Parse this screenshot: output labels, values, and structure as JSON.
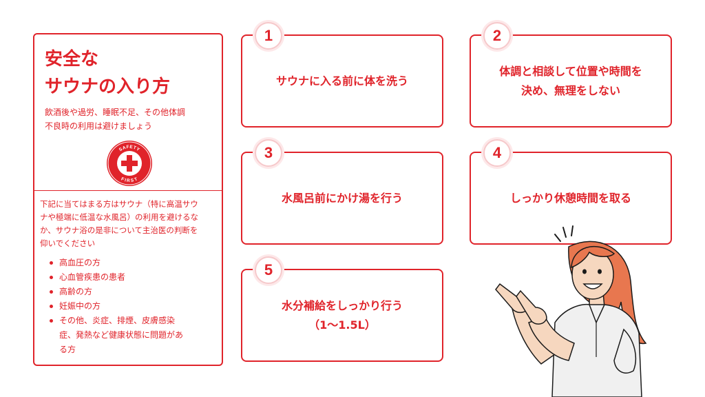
{
  "colors": {
    "accent": "#e0232a",
    "hair": "#e8774f",
    "skin": "#f6d7bf"
  },
  "side": {
    "title_line1": "安全な",
    "title_line2": "サウナの入り方",
    "intro_line1": "飲酒後や過労、睡眠不足、その他体調",
    "intro_line2": "不良時の利用は避けましょう",
    "badge_top": "SAFETY",
    "badge_bottom": "FIRST",
    "body_line1": "下記に当てはまる方はサウナ（特に高温サウ",
    "body_line2": "ナや極端に低温な水風呂）の利用を避けるな",
    "body_line3": "か、サウナ浴の是非について主治医の判断を",
    "body_line4": "仰いでください",
    "list": [
      {
        "text": "高血圧の方"
      },
      {
        "text": "心血管疾患の患者"
      },
      {
        "text": "高齢の方"
      },
      {
        "text": "妊娠中の方"
      },
      {
        "line1": "その他、炎症、排煙、皮膚感染",
        "line2": "症、発熱など健康状態に問題があ",
        "line3": "る方"
      }
    ]
  },
  "steps": [
    {
      "number": "1",
      "line1": "サウナに入る前に体を洗う"
    },
    {
      "number": "2",
      "line1": "体調と相談して位置や時間を",
      "line2": "決め、無理をしない"
    },
    {
      "number": "3",
      "line1": "水風呂前にかけ湯を行う"
    },
    {
      "number": "4",
      "line1": "しっかり休憩時間を取る"
    },
    {
      "number": "5",
      "line1": "水分補給をしっかり行う",
      "line2": "（1〜1.5L）"
    }
  ]
}
